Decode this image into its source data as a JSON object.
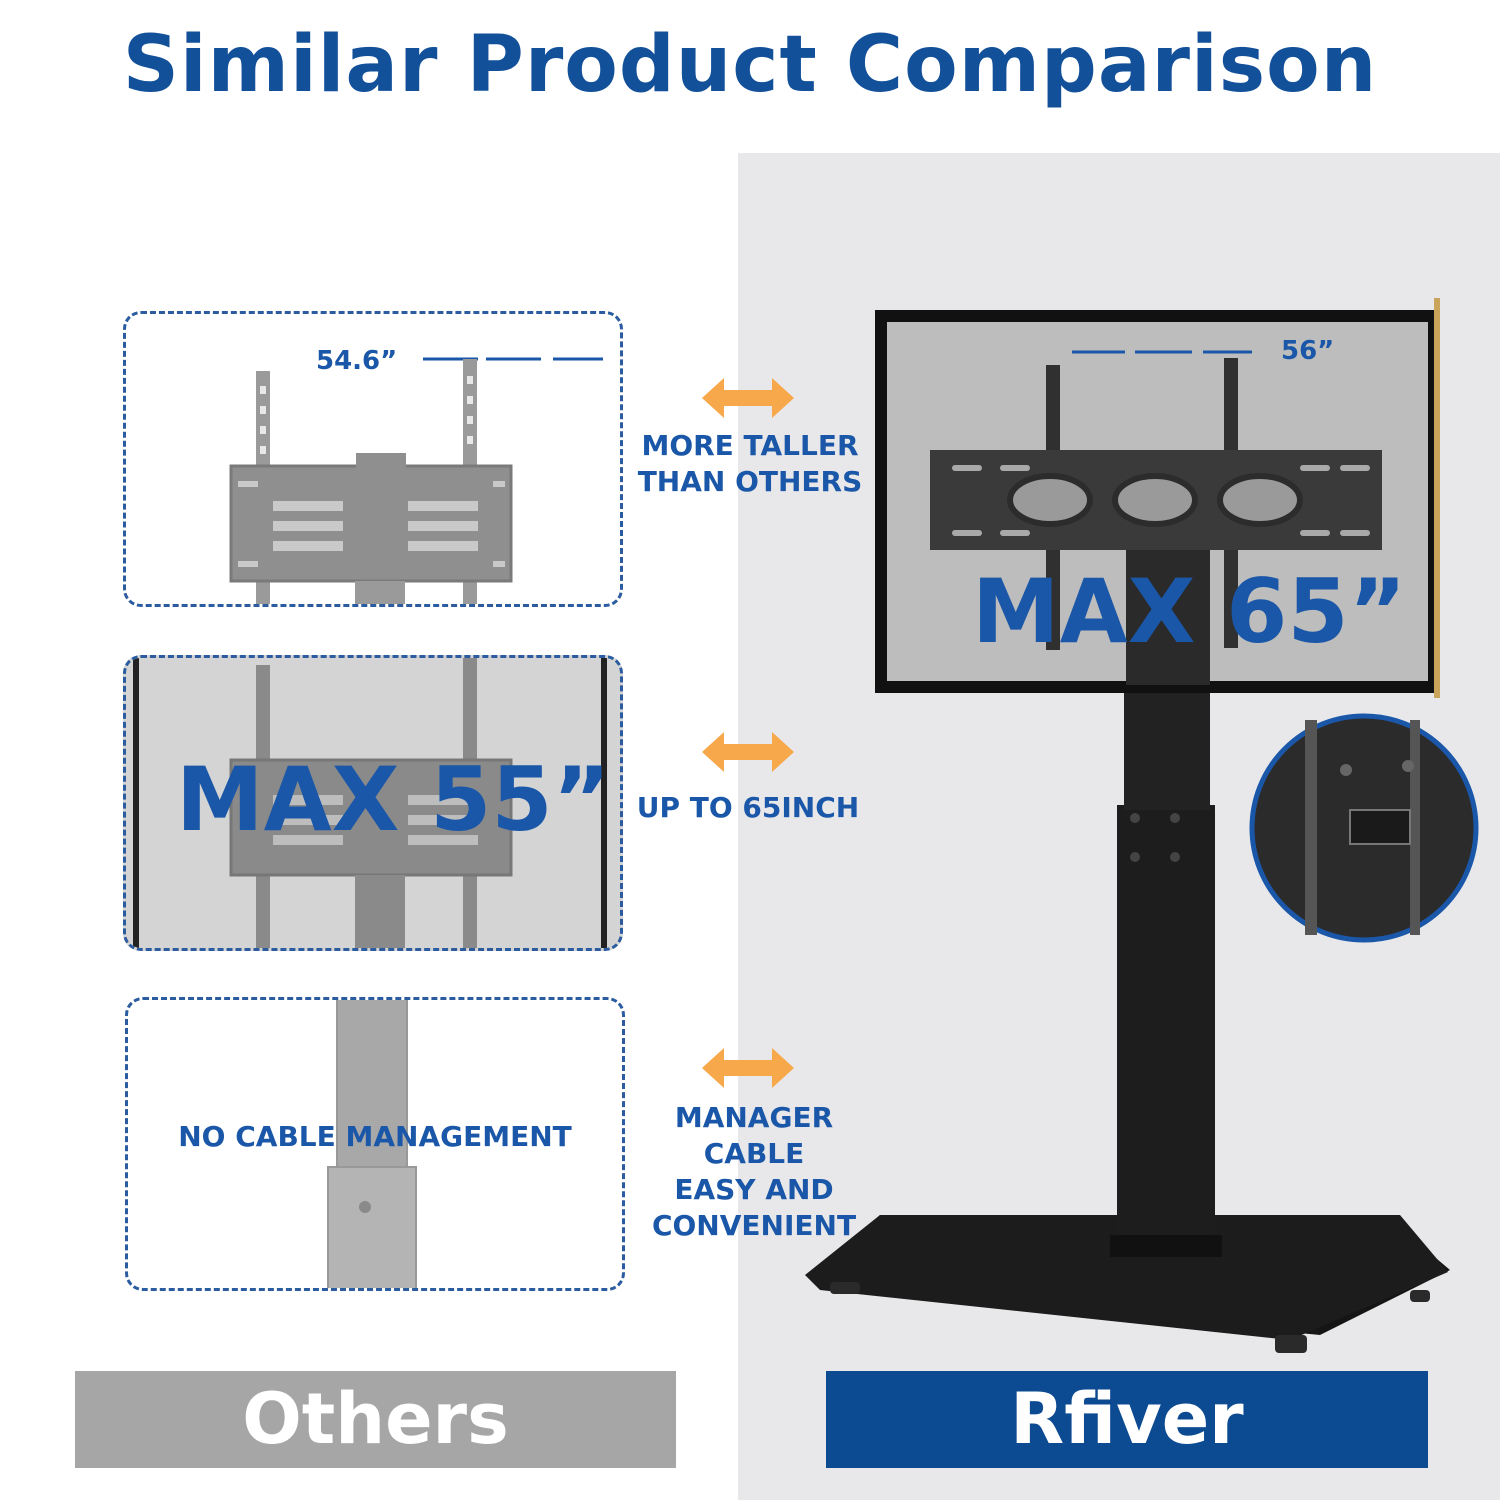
{
  "title": "Similar Product Comparison",
  "others": {
    "box1_dimension": "54.6”",
    "box2_max": "MAX 55”",
    "box3_text": "NO CABLE MANAGEMENT",
    "label": "Others"
  },
  "middle": {
    "row1": [
      "MORE TALLER",
      "THAN OTHERS"
    ],
    "row2": [
      "UP TO 65INCH"
    ],
    "row3": [
      "MANAGER",
      "CABLE",
      "EASY AND",
      "CONVENIENT"
    ]
  },
  "rfiver": {
    "dimension": "56”",
    "max": "MAX 65”",
    "label": "Rfiver"
  },
  "colors": {
    "brand_blue": "#13509a",
    "text_blue": "#1a57a8",
    "arrow_orange": "#f7a84a",
    "others_gray": "#a6a6a6",
    "rfiver_navy": "#0c4a92"
  }
}
